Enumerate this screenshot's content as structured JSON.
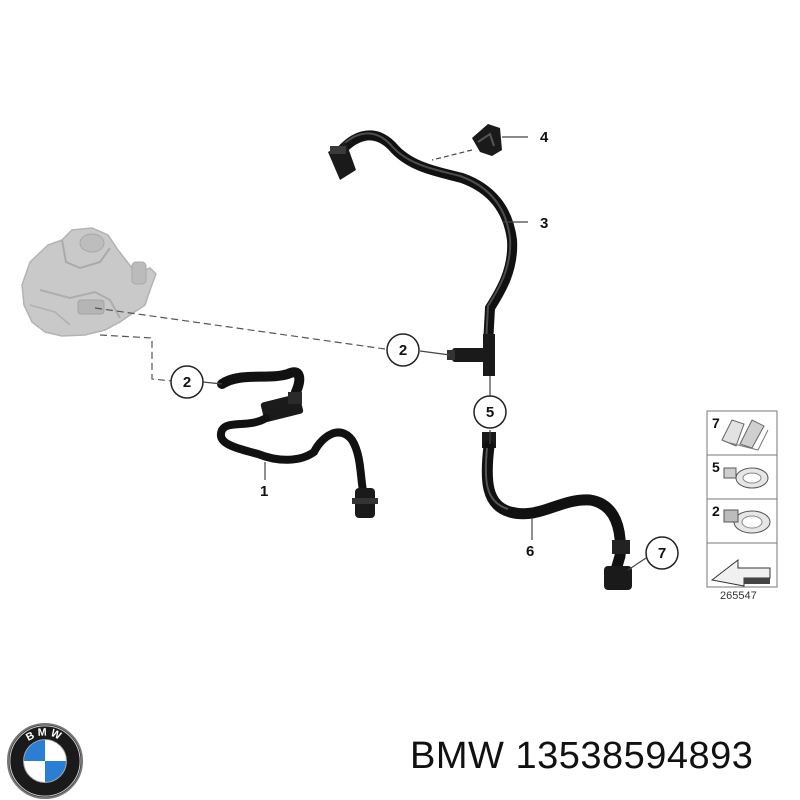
{
  "callouts": {
    "c1": "1",
    "c2a": "2",
    "c2b": "2",
    "c3": "3",
    "c4": "4",
    "c5": "5",
    "c6": "6",
    "c7": "7"
  },
  "legend": {
    "items": [
      {
        "number": "7",
        "icon": "hose-clip-icon"
      },
      {
        "number": "5",
        "icon": "hose-clamp-icon"
      },
      {
        "number": "2",
        "icon": "hose-clamp-icon"
      }
    ],
    "arrow_icon": "arrow-direction-icon"
  },
  "reference_number": "265547",
  "caption": {
    "brand": "BMW",
    "part_number": "13538594893"
  },
  "logo": {
    "icon": "bmw-roundel-icon",
    "letters": "BMW",
    "colors": {
      "blue": "#2a7fd4",
      "black": "#111111",
      "white": "#ffffff"
    }
  },
  "colors": {
    "hose": "#111111",
    "pump": "#c7c7c7",
    "leader": "#444444"
  }
}
